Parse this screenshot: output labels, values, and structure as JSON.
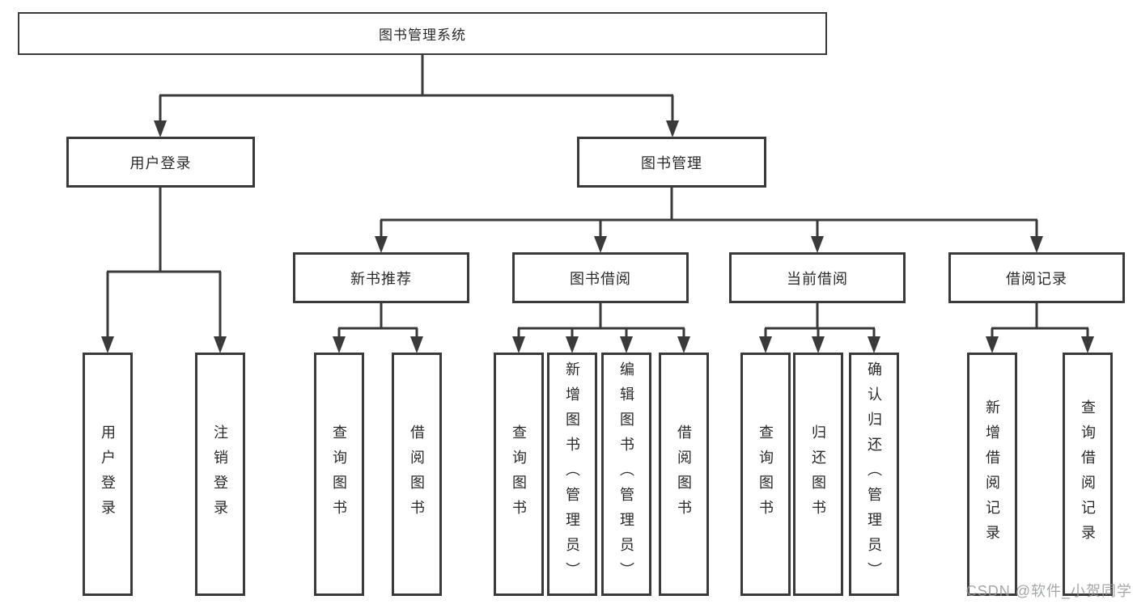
{
  "tree": {
    "root": {
      "label": "图书管理系统"
    },
    "branches": [
      {
        "label": "用户登录",
        "leaves": [
          {
            "label": "用户登录"
          },
          {
            "label": "注销登录"
          }
        ]
      },
      {
        "label": "图书管理",
        "groups": [
          {
            "label": "新书推荐",
            "leaves": [
              {
                "label": "查询图书"
              },
              {
                "label": "借阅图书"
              }
            ]
          },
          {
            "label": "图书借阅",
            "leaves": [
              {
                "label": "查询图书"
              },
              {
                "label": "新增图书（管理员）"
              },
              {
                "label": "编辑图书（管理员）"
              },
              {
                "label": "借阅图书"
              }
            ]
          },
          {
            "label": "当前借阅",
            "leaves": [
              {
                "label": "查询图书"
              },
              {
                "label": "归还图书"
              },
              {
                "label": "确认归还（管理员）"
              }
            ]
          },
          {
            "label": "借阅记录",
            "leaves": [
              {
                "label": "新增借阅记录"
              },
              {
                "label": "查询借阅记录"
              }
            ]
          }
        ]
      }
    ]
  },
  "watermark": {
    "text": "CSDN @软件_小贺同学"
  },
  "colors": {
    "line": "#3a3a3a",
    "text": "#2a2a2a",
    "watermark": "#96969a",
    "background": "#ffffff"
  }
}
